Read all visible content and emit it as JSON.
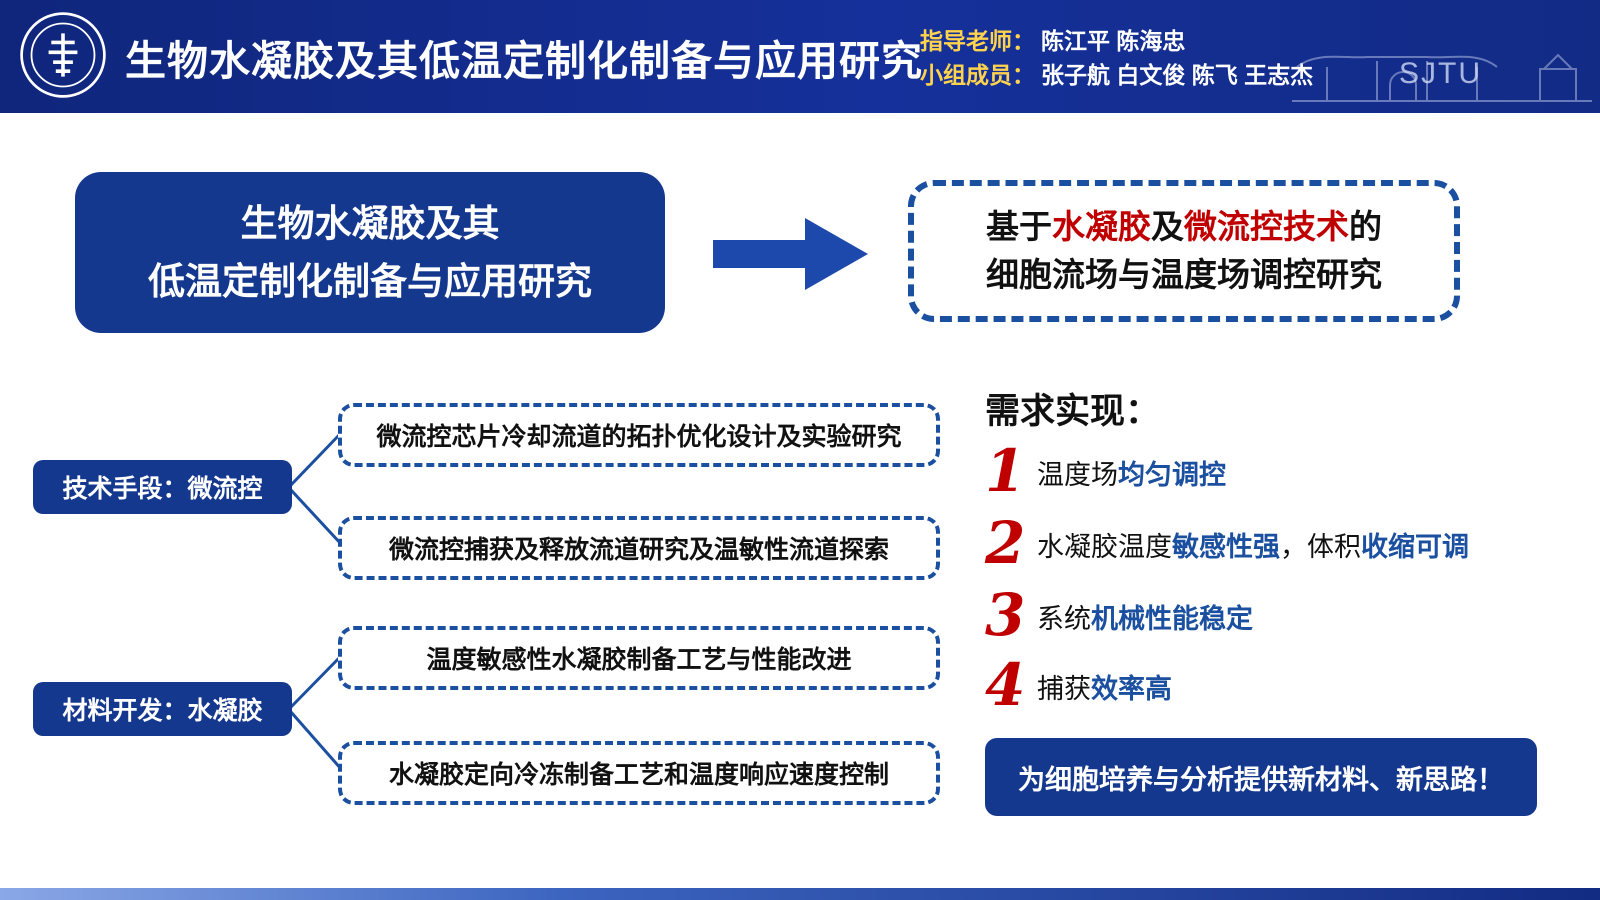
{
  "header": {
    "title": "生物水凝胶及其低温定制化制备与应用研究",
    "advisor_label": "指导老师：",
    "advisor_names": "陈江平 陈海忠",
    "members_label": "小组成员：",
    "members_names": "张子航 白文俊 陈飞 王志杰",
    "campus_text": "SJTU"
  },
  "flow": {
    "source_line1": "生物水凝胶及其",
    "source_line2": "低温定制化制备与应用研究",
    "target": {
      "p1": "基于",
      "p2": "水凝胶",
      "p3": "及",
      "p4": "微流控技术",
      "p5": "的",
      "line2": "细胞流场与温度场调控研究"
    }
  },
  "branches": {
    "tech_label": "技术手段：微流控",
    "material_label": "材料开发：水凝胶",
    "item1": "微流控芯片冷却流道的拓扑优化设计及实验研究",
    "item2": "微流控捕获及释放流道研究及温敏性流道探索",
    "item3": "温度敏感性水凝胶制备工艺与性能改进",
    "item4": "水凝胶定向冷冻制备工艺和温度响应速度控制"
  },
  "requirements": {
    "heading": "需求实现：",
    "r1": {
      "num": "1",
      "t1": "温度场",
      "h1": "均匀调控"
    },
    "r2": {
      "num": "2",
      "t1": "水凝胶温度",
      "h1": "敏感性强",
      "t2": "，体积",
      "h2": "收缩可调"
    },
    "r3": {
      "num": "3",
      "t1": "系统",
      "h1": "机械性能稳定"
    },
    "r4": {
      "num": "4",
      "t1": "捕获",
      "h1": "效率高"
    }
  },
  "conclusion": "为细胞培养与分析提供新材料、新思路！",
  "colors": {
    "header_navy": "#122b83",
    "box_blue": "#15388f",
    "dash_blue": "#1b4fa0",
    "accent_red": "#c00000",
    "highlight_blue": "#1b4fa0",
    "credit_yellow": "#ffd34d"
  }
}
